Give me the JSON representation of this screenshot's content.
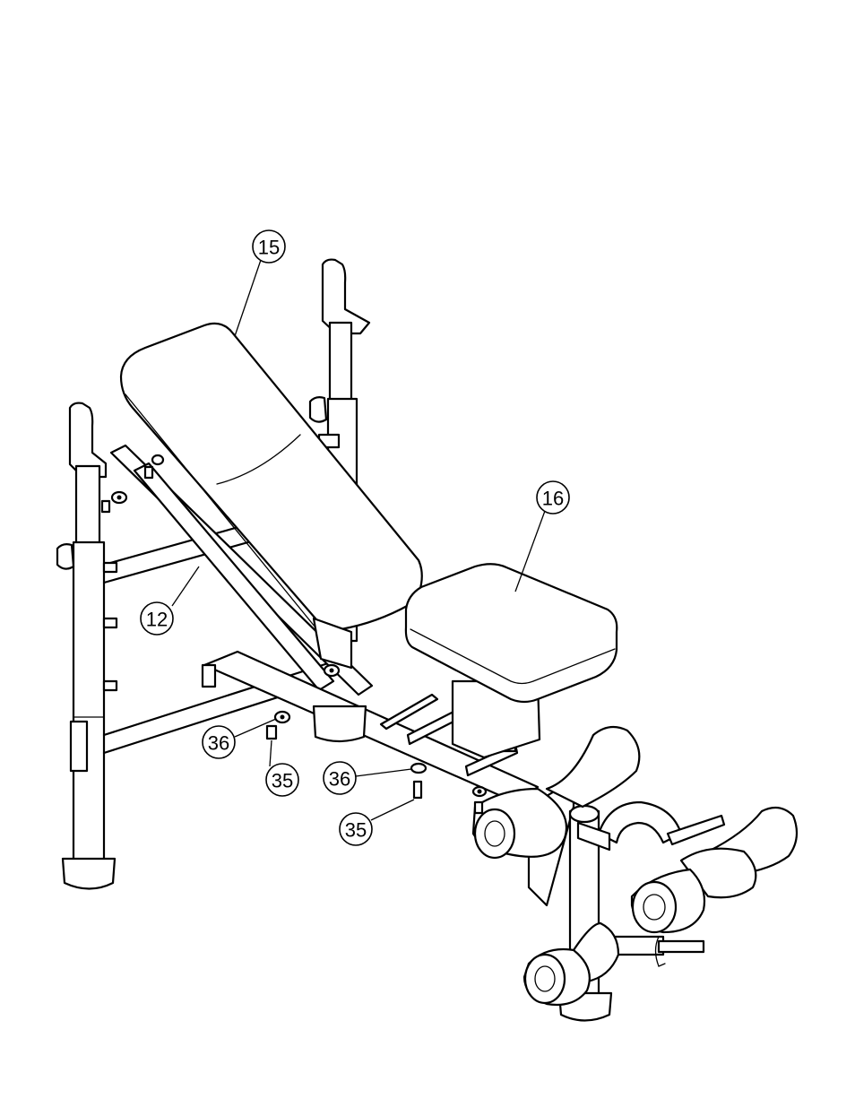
{
  "callouts": {
    "part_15": "15",
    "part_16": "16",
    "part_12": "12",
    "part_36_left": "36",
    "part_35_left": "35",
    "part_36_right": "36",
    "part_35_right": "35"
  }
}
